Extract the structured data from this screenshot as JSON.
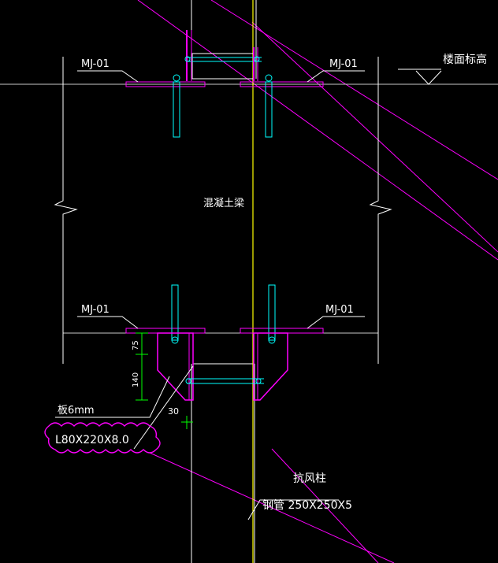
{
  "labels": {
    "mj_top_left": "MJ-01",
    "mj_top_right": "MJ-01",
    "mj_bottom_left": "MJ-01",
    "mj_bottom_right": "MJ-01",
    "floor_level": "楼面标高",
    "beam": "混凝土梁",
    "plate": "板6mm",
    "angle": "L80X220X8.0",
    "dim_30": "30",
    "dim_75": "75",
    "dim_140": "140",
    "wind_column": "抗风柱",
    "steel_tube": "钢管 250X250X5"
  },
  "colors": {
    "background": "#000000",
    "outline": "#ffffff",
    "embedded_part": "#ff00ff",
    "bolt": "#00ffff",
    "centerline": "#ffff00",
    "dimension": "#00ff00",
    "wall": "#ffffff"
  }
}
